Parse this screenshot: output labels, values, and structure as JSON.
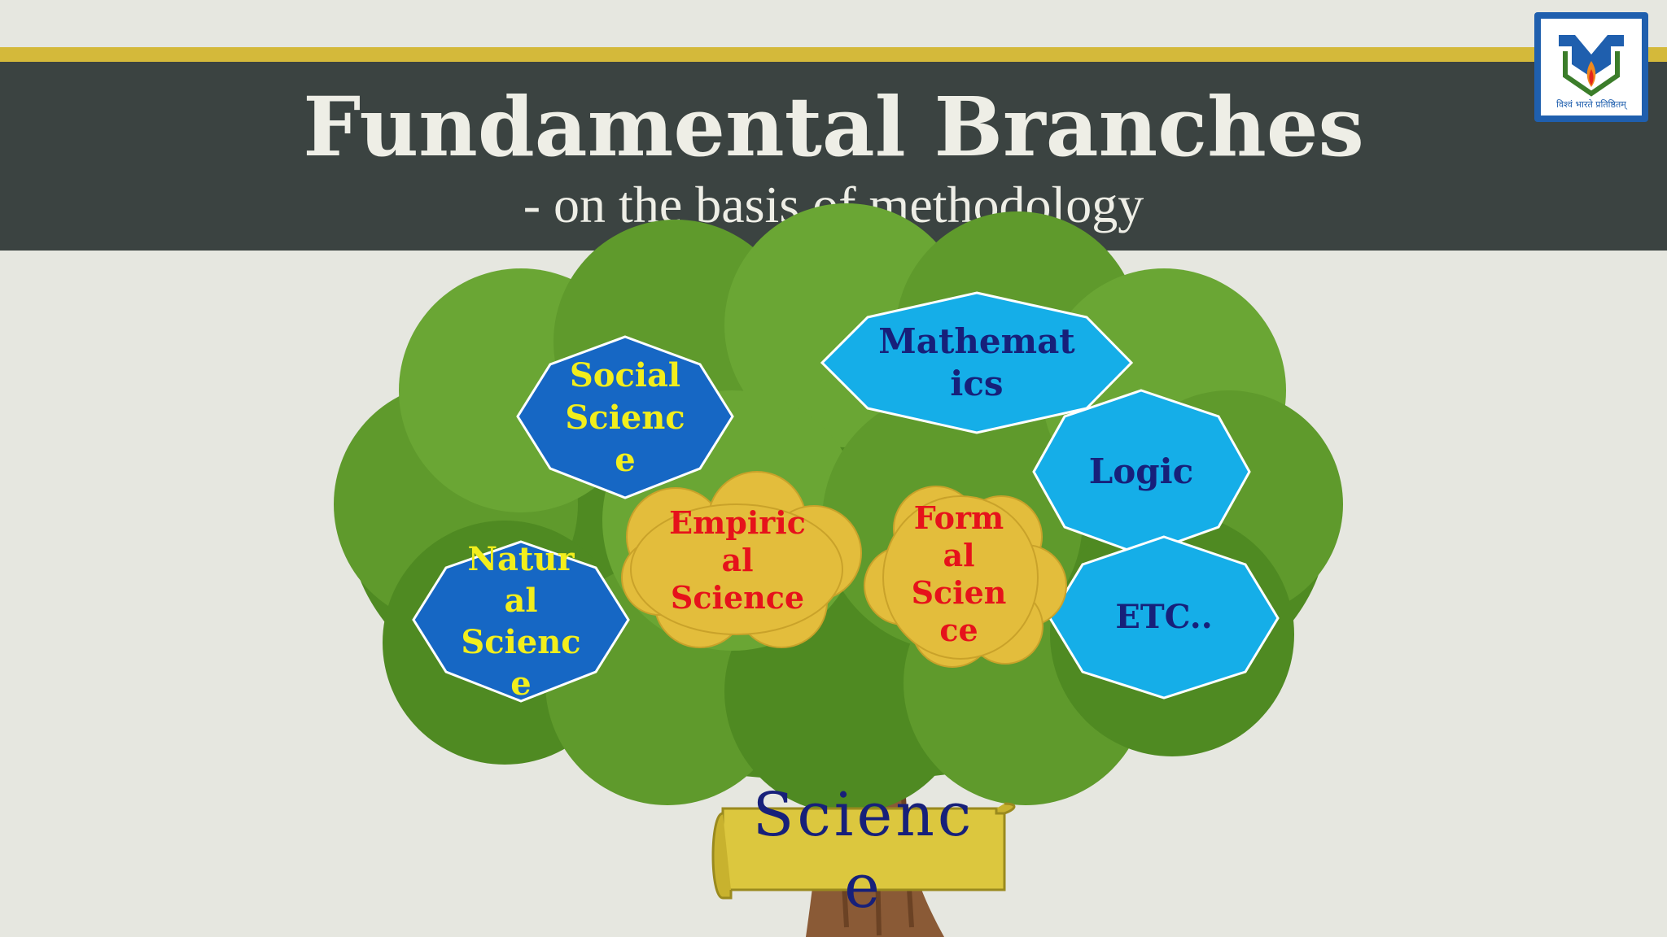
{
  "header": {
    "title": "Fundamental Branches",
    "subtitle": "- on the basis of methodology"
  },
  "logo": {
    "caption": "विश्वं भारते प्रतिष्ठितम्",
    "icon": "institution-logo-icon"
  },
  "diagram": {
    "root": "Scienc\ne",
    "nodes": {
      "social": "Social\nScienc\ne",
      "natural": "Natur\nal\nScienc\ne",
      "empirical": "Empiric\nal\nScience",
      "formal": "Form\nal\nScien\nce",
      "mathematics": "Mathemat\nics",
      "logic": "Logic",
      "etc": "ETC.."
    }
  },
  "colors": {
    "header_bg": "#3b4341",
    "accent_gold": "#d4b93a",
    "foliage": "#5f9a2c",
    "blue_star": "#1667c4",
    "light_blue_star": "#15aee8",
    "cloud": "#e3bd3c",
    "scroll": "#dcc73e",
    "yellow_text": "#f2ee1c",
    "red_text": "#e6121b",
    "navy_text": "#17207a"
  }
}
